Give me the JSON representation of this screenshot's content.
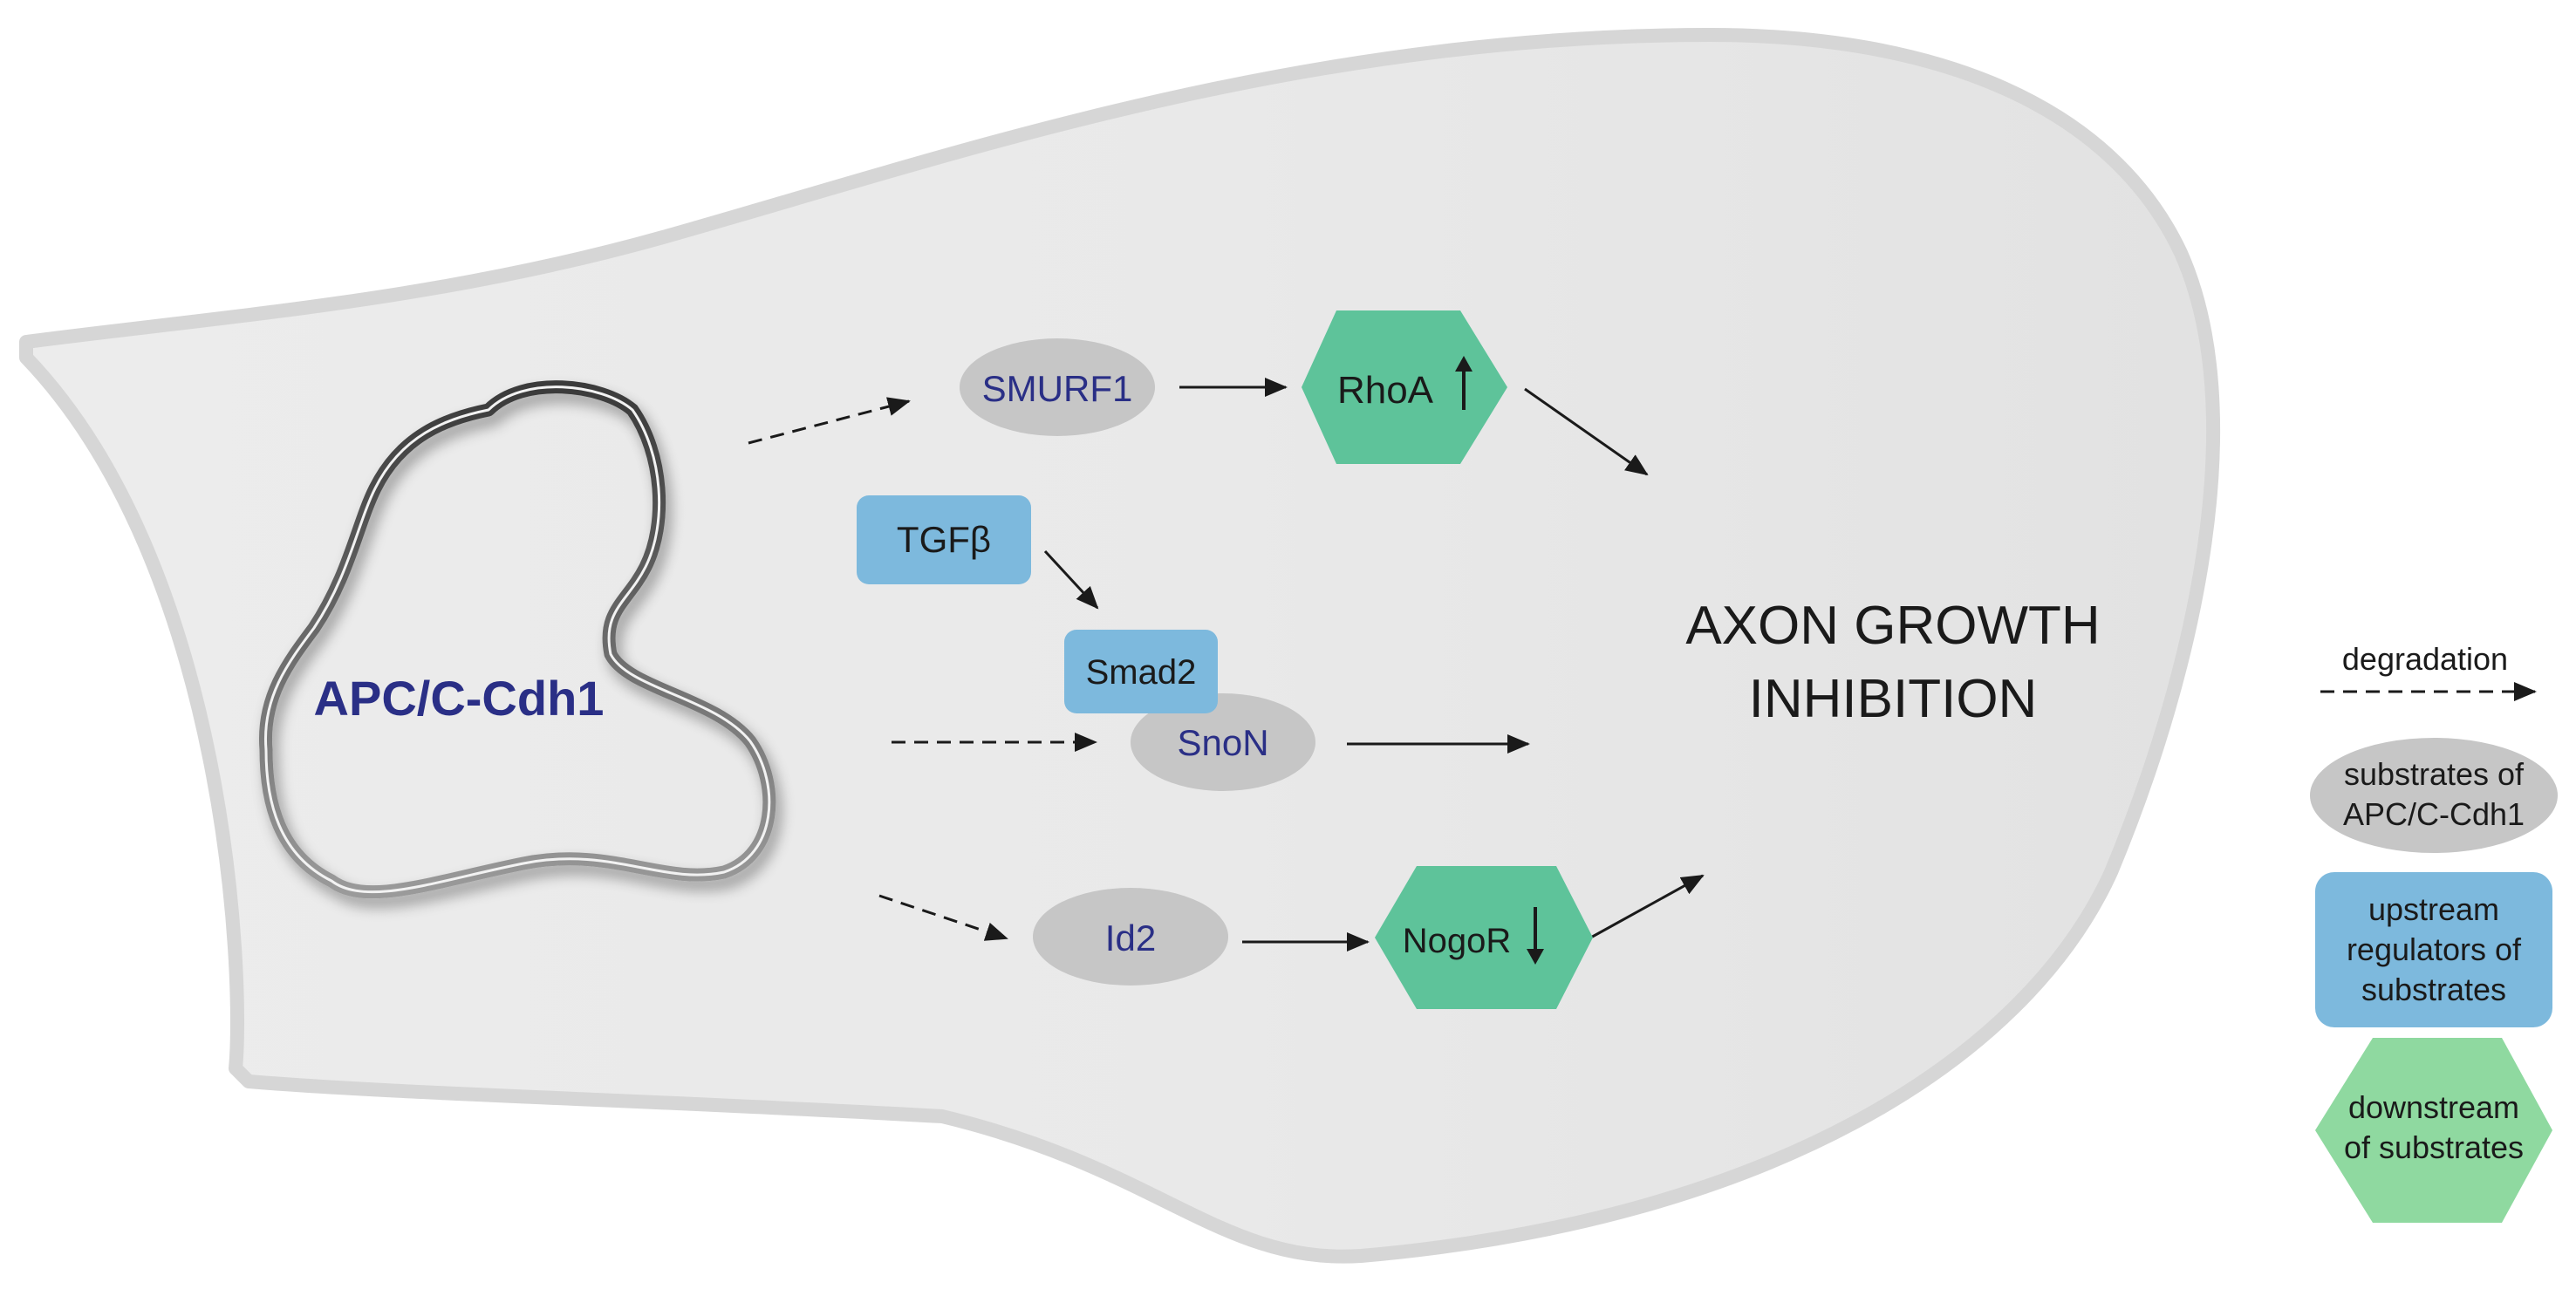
{
  "nucleus": {
    "label": "APC/C-Cdh1"
  },
  "nodes": {
    "smurf1": "SMURF1",
    "rhoa": "RhoA",
    "tgfb": "TGFβ",
    "smad2": "Smad2",
    "snon": "SnoN",
    "id2": "Id2",
    "nogor": "NogoR"
  },
  "outcome": {
    "line1": "AXON GROWTH",
    "line2": "INHIBITION"
  },
  "legend": {
    "degradation": "degradation",
    "substrates_line1": "substrates of",
    "substrates_line2": "APC/C-Cdh1",
    "upstream_line1": "upstream",
    "upstream_line2": "regulators of",
    "upstream_line3": "substrates",
    "downstream_line1": "downstream",
    "downstream_line2": "of substrates"
  },
  "colors": {
    "cell_fill": "#ececec",
    "cell_outline": "#d9d9d9",
    "substrate_gray": "#c6c6c6",
    "upstream_blue": "#7db9dd",
    "downstream_green": "#5ec39a",
    "legend_green": "#8fd9a0",
    "label_navy": "#2a2f86",
    "text_dark": "#1a1a1a"
  }
}
